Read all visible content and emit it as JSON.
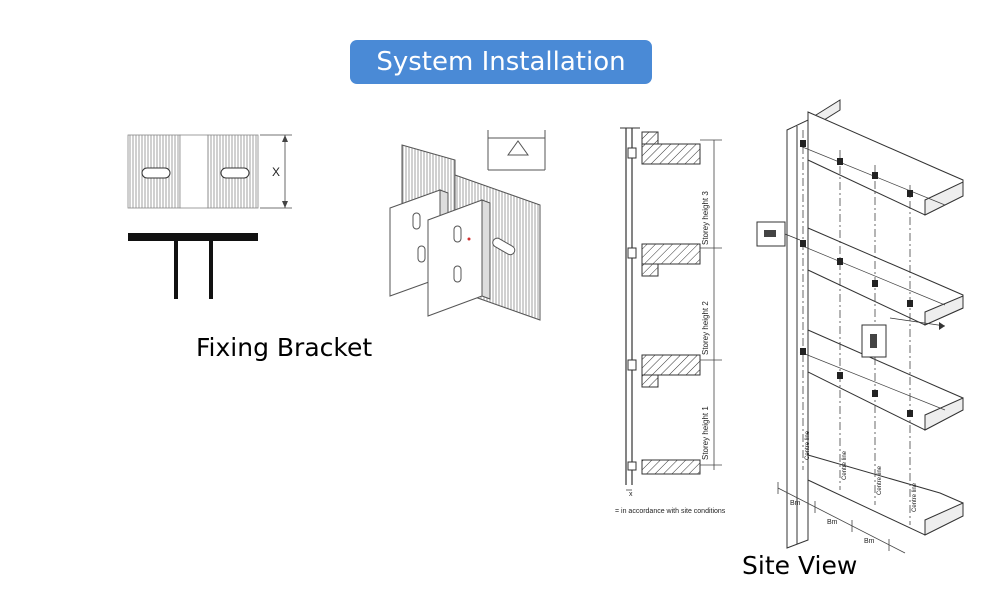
{
  "title": "System Installation",
  "captions": {
    "fixing_bracket": "Fixing Bracket",
    "site_view": "Site View"
  },
  "bracket_dimension_label": "X",
  "section_labels": {
    "storey_1": "Storey height 1",
    "storey_2": "Storey height 2",
    "storey_3": "Storey height 3",
    "gap_marker": "x",
    "footnote": "= in accordance with site conditions"
  },
  "site_labels": {
    "axis_label": "Centre line",
    "spacing_label": "Bm"
  }
}
